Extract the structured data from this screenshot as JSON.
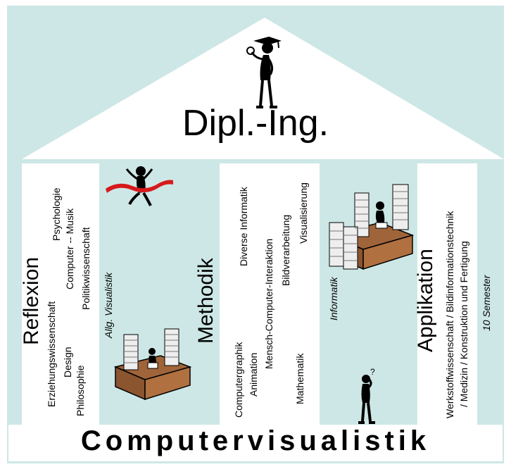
{
  "roof": {
    "title": "Dipl.-Ing."
  },
  "base": {
    "label": "Computervisualistik"
  },
  "pillars": {
    "reflexion": {
      "heading": "Reflexion",
      "subjects": [
        "Erziehungswissenschaft",
        "Design",
        "Philosophie",
        "Psychologie",
        "Computer -- Musik",
        "Politikwissenschaft"
      ]
    },
    "visualistik": {
      "label": "Allg. Visualistik"
    },
    "methodik": {
      "heading": "Methodik",
      "subjects": [
        "Computergraphik",
        "Animation",
        "Diverse Informatik",
        "Mensch-Computer-Interaktion",
        "Bildverarbeitung",
        "Visualisierung",
        "Mathematik"
      ]
    },
    "informatik": {
      "label": "Informatik"
    },
    "applikation": {
      "heading": "Applikation",
      "subjects": [
        "Werkstoffwissenschaft  /  Bildinformationstechnik",
        "/ Medizin   /   Konstruktion und Fertigung"
      ]
    },
    "semester": {
      "label": "10 Semester"
    }
  },
  "colors": {
    "background": "#cde7e6",
    "wall": "#ffffff",
    "desk": "#a0643a",
    "ribbon": "#d7191c"
  },
  "icons": [
    "graduate-figure-icon",
    "runner-finish-icon",
    "desk-with-paper-stacks-icon",
    "thinking-figure-icon"
  ]
}
